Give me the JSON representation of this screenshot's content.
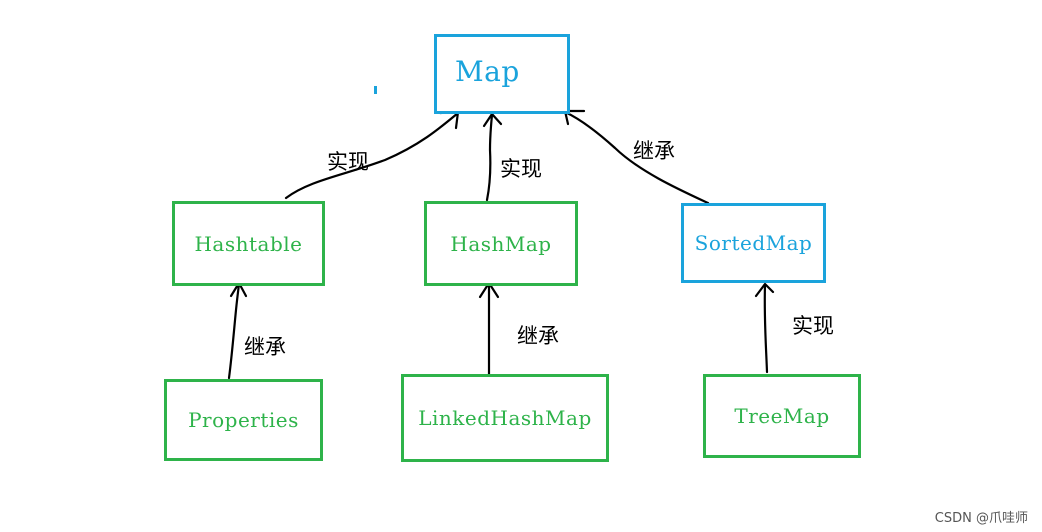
{
  "nodes": {
    "map": {
      "label": "Map",
      "kind": "interface"
    },
    "hashtable": {
      "label": "Hashtable",
      "kind": "class"
    },
    "hashmap": {
      "label": "HashMap",
      "kind": "class"
    },
    "sortedmap": {
      "label": "SortedMap",
      "kind": "interface"
    },
    "properties": {
      "label": "Properties",
      "kind": "class"
    },
    "linkedhashmap": {
      "label": "LinkedHashMap",
      "kind": "class"
    },
    "treemap": {
      "label": "TreeMap",
      "kind": "class"
    }
  },
  "edges": {
    "hashtable_map": {
      "from": "Hashtable",
      "to": "Map",
      "label": "实现"
    },
    "hashmap_map": {
      "from": "HashMap",
      "to": "Map",
      "label": "实现"
    },
    "sortedmap_map": {
      "from": "SortedMap",
      "to": "Map",
      "label": "继承"
    },
    "properties_hashtable": {
      "from": "Properties",
      "to": "Hashtable",
      "label": "继承"
    },
    "linkedhashmap_hashmap": {
      "from": "LinkedHashMap",
      "to": "HashMap",
      "label": "继承"
    },
    "treemap_sortedmap": {
      "from": "TreeMap",
      "to": "SortedMap",
      "label": "实现"
    }
  },
  "colors": {
    "interface": "#1aa3dc",
    "class": "#2eb34a",
    "arrow": "#000000"
  },
  "watermark": "CSDN @爪哇师"
}
